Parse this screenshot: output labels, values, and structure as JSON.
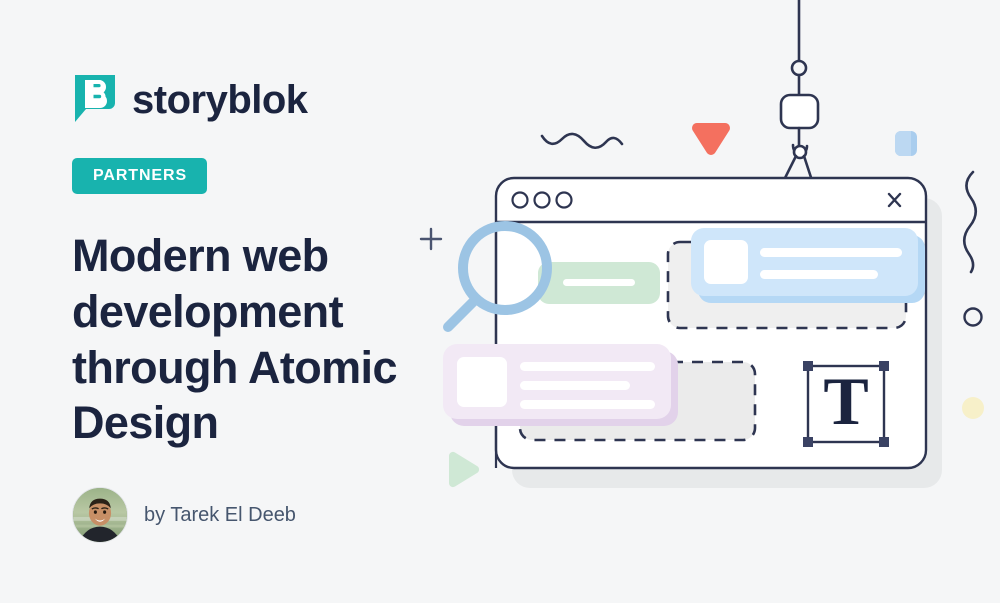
{
  "page": {
    "background_color": "#f5f6f7",
    "text_color": "#1b243f"
  },
  "brand": {
    "logo_icon": "storyblok-speech-bubble-b-icon",
    "logo_text": "storyblok",
    "logo_color": "#18b3ae",
    "wordmark_color": "#1b243f"
  },
  "badge": {
    "label": "PARTNERS",
    "background_color": "#18b3ae",
    "text_color": "#ffffff"
  },
  "headline": {
    "text": "Modern web development through Atomic Design"
  },
  "author": {
    "prefix": "by",
    "name": "Tarek El Deeb",
    "full_label": "by Tarek El Deeb",
    "avatar_icon": "author-photo-avatar"
  },
  "illustration": {
    "name": "atomic-design-browser-crane-illustration",
    "colors": {
      "outline": "#2e3551",
      "blue_card": "#cfe6fa",
      "blue_card_shadow": "#b5d8f5",
      "green_bar": "#cfe8d5",
      "purple_card": "#f2e9f5",
      "purple_card_shadow": "#e2d2ea",
      "magnifier": "#9cc4e4",
      "red_triangle": "#f4705f",
      "blue_square": "#a9cdee",
      "green_play": "#cfe8d5",
      "yellow_moon": "#f5eec3",
      "window_shadow": "#e7e9ea"
    },
    "elements": [
      {
        "name": "crane-cable-and-hook",
        "type": "line-art"
      },
      {
        "name": "wavy-line-decoration",
        "type": "line-art"
      },
      {
        "name": "red-triangle-decoration",
        "type": "shape"
      },
      {
        "name": "blue-rounded-square-decoration",
        "type": "shape"
      },
      {
        "name": "plus-sign-decoration",
        "type": "line-art"
      },
      {
        "name": "squiggle-decoration",
        "type": "line-art"
      },
      {
        "name": "circle-outline-decoration",
        "type": "line-art"
      },
      {
        "name": "yellow-moon-decoration",
        "type": "shape"
      },
      {
        "name": "green-play-triangle-decoration",
        "type": "shape"
      },
      {
        "name": "browser-window",
        "type": "container"
      },
      {
        "name": "browser-traffic-light-dots",
        "type": "icon",
        "count": 3
      },
      {
        "name": "browser-close-icon",
        "type": "icon"
      },
      {
        "name": "magnifier-icon",
        "type": "icon"
      },
      {
        "name": "green-content-bar",
        "type": "block"
      },
      {
        "name": "blue-content-card",
        "type": "block"
      },
      {
        "name": "purple-content-card",
        "type": "block"
      },
      {
        "name": "dashed-placeholder-top",
        "type": "placeholder"
      },
      {
        "name": "dashed-placeholder-bottom",
        "type": "placeholder"
      },
      {
        "name": "text-tool-selection-box",
        "type": "icon"
      },
      {
        "name": "text-tool-letter",
        "value": "T"
      }
    ]
  }
}
